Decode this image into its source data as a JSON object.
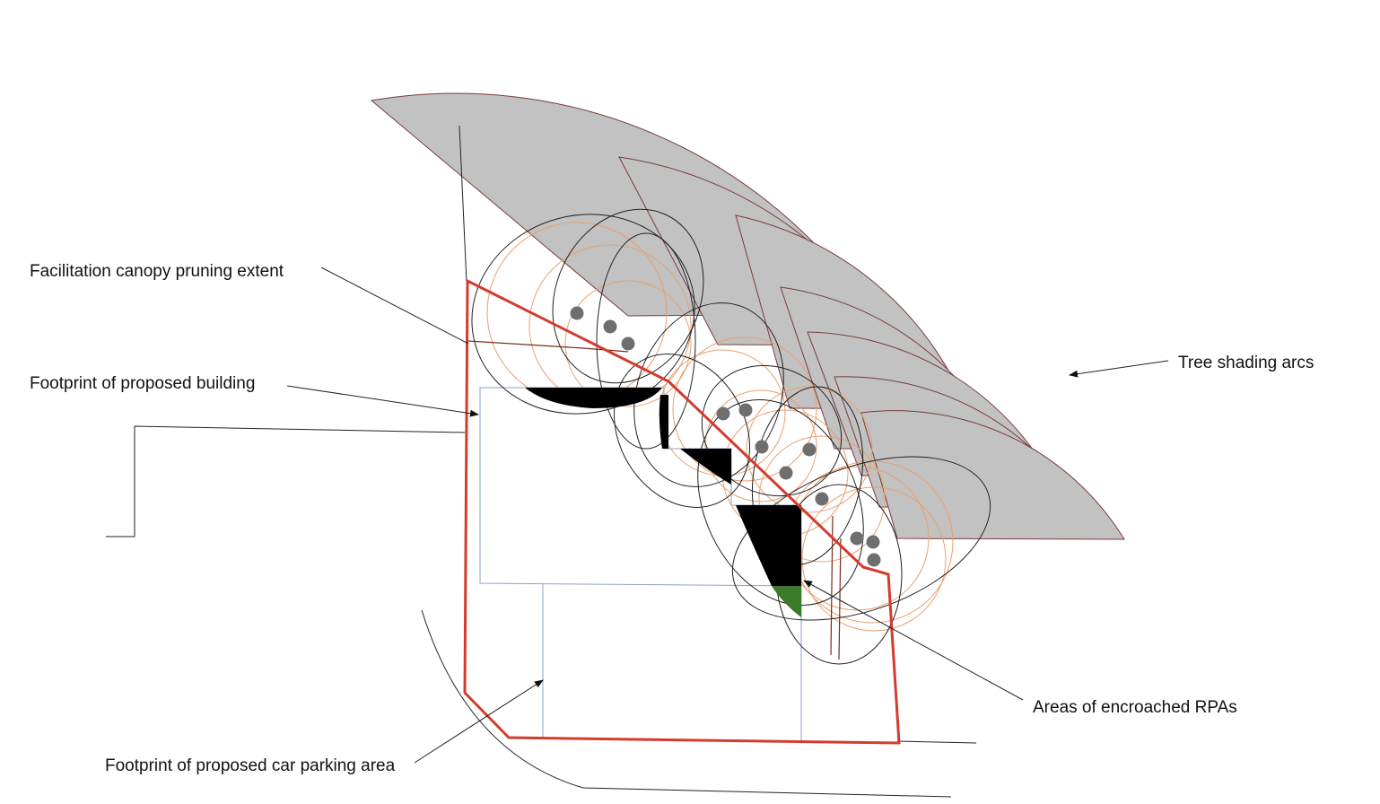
{
  "labels": {
    "pruning": "Facilitation canopy pruning extent",
    "building": "Footprint of proposed building",
    "parking": "Footprint of proposed car parking area",
    "shading": "Tree shading arcs",
    "rpa": "Areas of encroached RPAs"
  },
  "colors": {
    "shading_fill": "#c2c2c2",
    "shading_edge": "#7a3a3a",
    "site_boundary": "#d43b2f",
    "footprint": "#8ea0c8",
    "rpa_circle": "#e8a070",
    "canopy_outline": "#222222",
    "trunk": "#6e6e6e",
    "encroached_rpa": "#000000",
    "encroached_rpa_green": "#3a7a28",
    "pruning_line": "#7a2a1a"
  }
}
